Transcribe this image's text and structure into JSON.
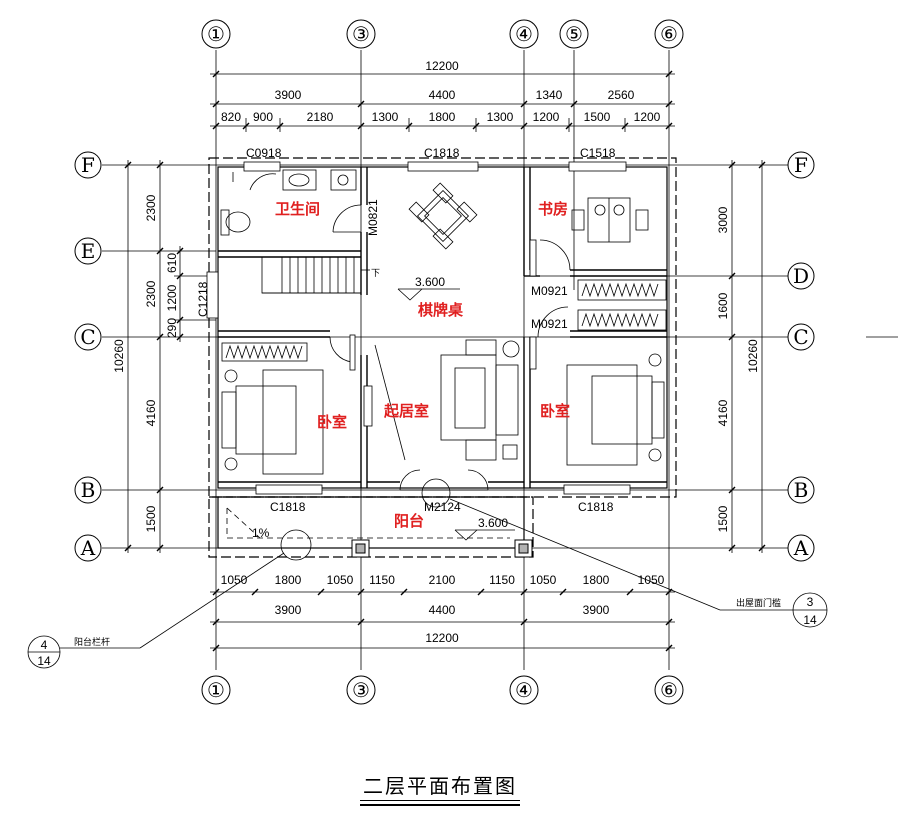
{
  "title": "二层平面布置图",
  "grid_axes_top": [
    "①",
    "③",
    "④",
    "⑤",
    "⑥"
  ],
  "grid_axes_bottom": [
    "①",
    "③",
    "④",
    "⑥"
  ],
  "grid_rows": [
    "F",
    "E",
    "D",
    "C",
    "B",
    "A"
  ],
  "dims_top": {
    "total": "12200",
    "level2": [
      "3900",
      "4400",
      "1340",
      "2560"
    ],
    "level3": [
      "820",
      "900",
      "2180",
      "1300",
      "1800",
      "1300",
      "1200",
      "1500",
      "1200"
    ]
  },
  "dims_bottom": {
    "level1": [
      "1050",
      "1800",
      "1050",
      "1150",
      "2100",
      "1150",
      "1050",
      "1800",
      "1050"
    ],
    "level2": [
      "3900",
      "4400",
      "3900"
    ],
    "total": "12200"
  },
  "dims_left": {
    "outer": [
      "2300",
      "2300",
      "4160",
      "1500"
    ],
    "inner": [
      "610",
      "1200",
      "290"
    ],
    "total": "10260"
  },
  "dims_right": {
    "outer": [
      "3000",
      "1600",
      "4160",
      "1500"
    ],
    "total": "10260"
  },
  "rooms": {
    "bathroom": "卫生间",
    "study": "书房",
    "mahjong": "棋牌桌",
    "living": "起居室",
    "bedroom_left": "卧室",
    "bedroom_right": "卧室",
    "balcony": "阳台"
  },
  "codes": {
    "c0918": "C0918",
    "c1818_top": "C1818",
    "c1518": "C1518",
    "m0821": "M0821",
    "m0921_a": "M0921",
    "m0921_b": "M0921",
    "c1218": "C1218",
    "c1818_bl": "C1818",
    "c1818_br": "C1818",
    "m2124": "M2124"
  },
  "levels": {
    "floor": "3.600",
    "balcony": "3.600"
  },
  "slope": "1%",
  "stair_down": "下",
  "detail_left": {
    "num": "4",
    "sheet": "14",
    "label": "阳台栏杆"
  },
  "detail_right": {
    "num": "3",
    "sheet": "14",
    "label": "出屋面门槛"
  }
}
